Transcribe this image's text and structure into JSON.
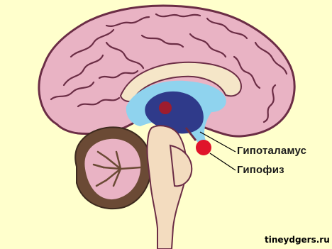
{
  "labels": {
    "hypothalamus": "Гипоталамус",
    "hypophysis": "Гипофиз"
  },
  "watermark": "tineydgers.ru",
  "colors": {
    "background": "#ffffcc",
    "cerebrum": "#e9b3c4",
    "cerebrum_outline": "#6b2d45",
    "ventricle": "#8fd3ee",
    "thalamus": "#2f3a8a",
    "corpus_callosum": "#f5e6c8",
    "cerebellum": "#e9b3c4",
    "cerebellum_outer": "#6b4a35",
    "brainstem": "#f3dcbf",
    "hypothalamus_dot": "#9e1c2e",
    "pituitary_dot": "#e0142a"
  }
}
